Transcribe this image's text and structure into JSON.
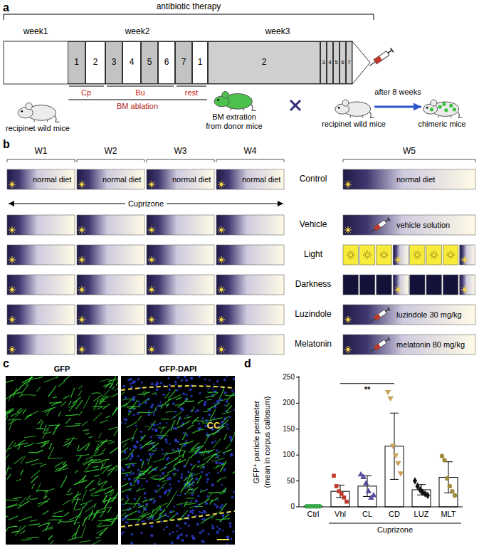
{
  "diagram": {
    "nodes": [
      {
        "text": [
          "1"
        ]
      },
      {
        "text": [
          "2"
        ]
      },
      {
        "text": [
          "3"
        ]
      },
      {
        "text": [
          "4"
        ]
      },
      {
        "text": [
          "5"
        ]
      },
      {
        "text": [
          "6"
        ]
      },
      {
        "text": [
          "7"
        ]
      },
      {
        "text": [
          "1"
        ]
      },
      {
        "text": [
          "2"
        ]
      },
      {
        "text": [
          "3"
        ]
      },
      {
        "text": [
          "4"
        ]
      },
      {
        "text": [
          "5"
        ]
      },
      {
        "text": [
          "6"
        ]
      },
      {
        "text": [
          "7"
        ]
      },
      {
        "text": [
          "recipinet wild mice"
        ]
      },
      {
        "text": [
          "BM extration from donor mice"
        ]
      },
      {
        "text": [
          "recipinet wild mice"
        ]
      },
      {
        "text": [
          "chimeric mice"
        ]
      },
      {
        "text": [
          "normal diet"
        ]
      },
      {
        "text": [
          "normal diet"
        ]
      },
      {
        "text": [
          "normal diet"
        ]
      },
      {
        "text": [
          "normal diet"
        ]
      },
      {
        "text": [
          "normal diet"
        ]
      },
      {
        "text": [
          "vehicle solution"
        ]
      },
      {
        "text": [
          "luzindole 30 mg/kg"
        ]
      },
      {
        "text": [
          "melatonin 80 mg/kg"
        ]
      }
    ],
    "edges": [
      {
        "from": 16,
        "to": 17,
        "arrow": "to",
        "label": "after 8 weeks"
      }
    ],
    "labels": [
      "a",
      "antibiotic therapy",
      "week1",
      "week2",
      "week3",
      "Cp",
      "Bu",
      "rest",
      "BM ablation",
      "b",
      "W1",
      "W2",
      "W3",
      "W4",
      "W5",
      "Control",
      "Cuprizone",
      "Vehicle",
      "Light",
      "Darkness",
      "Luzindole",
      "Melatonin",
      "c",
      "GFP",
      "GFP-DAPI",
      "CC",
      "d",
      "250",
      "200",
      "150",
      "100",
      "50",
      "0",
      "GFP⁺ particle perimeter",
      "(mean in corpus callosum)",
      "**",
      "Ctrl",
      "Vhl",
      "CL",
      "CD",
      "LUZ",
      "MLT",
      "Cuprizone"
    ]
  }
}
